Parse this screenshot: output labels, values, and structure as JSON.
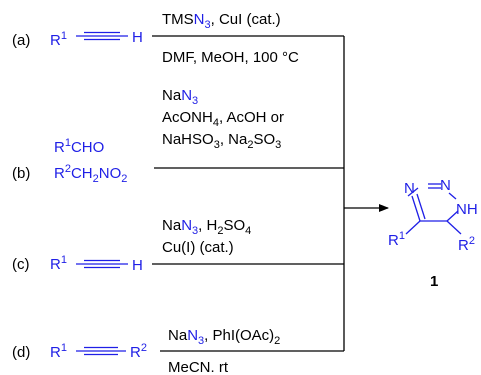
{
  "colors": {
    "blue": "#1f1fe6",
    "black": "#000000"
  },
  "routes": [
    {
      "label": "(a)",
      "reactant": {
        "r1": "R",
        "r1_sup": "1",
        "end": "H"
      },
      "above": [
        {
          "t": "TMS"
        },
        {
          "t": "N",
          "blue": true
        },
        {
          "t": "3",
          "sub": true,
          "blue": true
        },
        {
          "t": ", CuI (cat.)"
        }
      ],
      "below": [
        {
          "t": "DMF, MeOH, 100 °C"
        }
      ]
    },
    {
      "label": "(b)",
      "reactant_lines": [
        [
          {
            "t": "R"
          },
          {
            "t": "1",
            "sup": true
          },
          {
            "t": "CHO"
          }
        ],
        [
          {
            "t": "R"
          },
          {
            "t": "2",
            "sup": true
          },
          {
            "t": "CH"
          },
          {
            "t": "2",
            "sub": true
          },
          {
            "t": "NO"
          },
          {
            "t": "2",
            "sub": true
          }
        ]
      ],
      "above_lines": [
        [
          {
            "t": "Na"
          },
          {
            "t": "N",
            "blue": true
          },
          {
            "t": "3",
            "sub": true,
            "blue": true
          }
        ],
        [
          {
            "t": "AcONH"
          },
          {
            "t": "4",
            "sub": true
          },
          {
            "t": ", AcOH or"
          }
        ],
        [
          {
            "t": "NaHSO"
          },
          {
            "t": "3",
            "sub": true
          },
          {
            "t": ", Na"
          },
          {
            "t": "2",
            "sub": true
          },
          {
            "t": "SO"
          },
          {
            "t": "3",
            "sub": true
          }
        ]
      ]
    },
    {
      "label": "(c)",
      "reactant": {
        "r1": "R",
        "r1_sup": "1",
        "end": "H"
      },
      "above_lines": [
        [
          {
            "t": "Na"
          },
          {
            "t": "N",
            "blue": true
          },
          {
            "t": "3",
            "sub": true,
            "blue": true
          },
          {
            "t": ", H"
          },
          {
            "t": "2",
            "sub": true
          },
          {
            "t": "SO"
          },
          {
            "t": "4",
            "sub": true
          }
        ],
        [
          {
            "t": "Cu(I) (cat.)"
          }
        ]
      ]
    },
    {
      "label": "(d)",
      "reactant": {
        "r1": "R",
        "r1_sup": "1",
        "end": "R",
        "end_sup": "2"
      },
      "above": [
        {
          "t": "Na"
        },
        {
          "t": "N",
          "blue": true
        },
        {
          "t": "3",
          "sub": true,
          "blue": true
        },
        {
          "t": ", PhI(OAc)"
        },
        {
          "t": "2",
          "sub": true
        }
      ],
      "below": [
        {
          "t": "MeCN. rt"
        }
      ]
    }
  ],
  "product": {
    "n_top_left": "N",
    "n_top_right": "N",
    "nh": "NH",
    "r1": "R",
    "r1_sup": "1",
    "r2": "R",
    "r2_sup": "2",
    "compound_number": "1"
  }
}
